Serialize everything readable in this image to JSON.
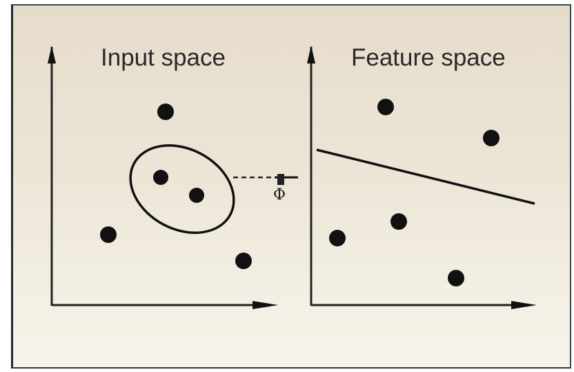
{
  "panels": {
    "input": {
      "title": "Input space",
      "points_outside": [
        [
          240,
          162
        ],
        [
          157,
          340
        ],
        [
          353,
          378
        ]
      ],
      "points_inside": [
        [
          233,
          257
        ],
        [
          285,
          283
        ]
      ]
    },
    "feature": {
      "title": "Feature space",
      "points": [
        [
          559,
          155
        ],
        [
          712,
          200
        ],
        [
          578,
          321
        ],
        [
          489,
          345
        ],
        [
          661,
          403
        ]
      ]
    }
  },
  "mapping": {
    "label": "Φ"
  },
  "colors": {
    "ink": "#111111",
    "background_top": "#e6dccb",
    "background_bottom": "#f7f3ea"
  }
}
